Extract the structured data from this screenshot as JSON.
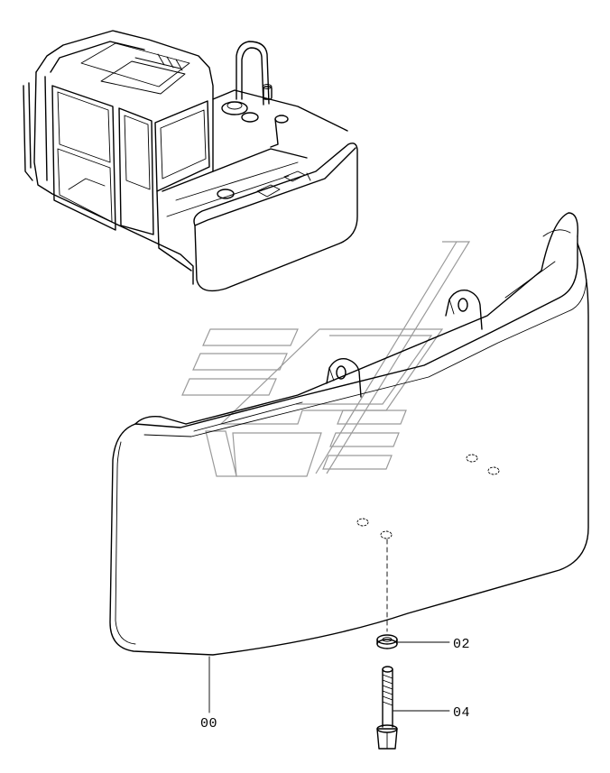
{
  "diagram": {
    "callouts": [
      {
        "id": "part-00",
        "label": "00"
      },
      {
        "id": "part-02",
        "label": "02"
      },
      {
        "id": "part-04",
        "label": "04"
      }
    ],
    "colors": {
      "line": "#000000",
      "watermark": "#9a9a9a",
      "background": "#ffffff"
    },
    "icons": {
      "watermark": "logo-watermark",
      "excavator": "excavator-overview"
    }
  }
}
